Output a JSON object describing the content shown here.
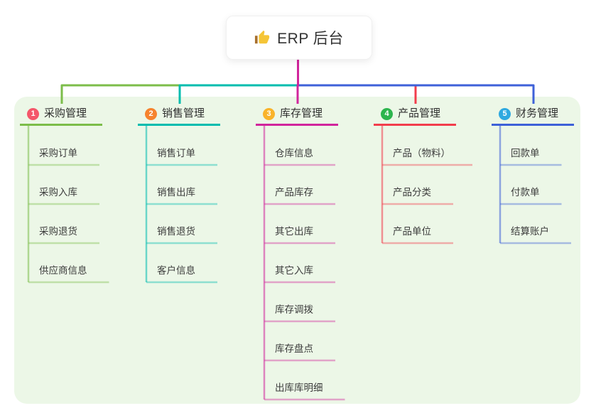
{
  "root": {
    "title": "ERP 后台",
    "icon": "thumbs-up"
  },
  "branches": [
    {
      "index": "1",
      "label": "采购管理",
      "badge_color": "#f4566a",
      "line_color": "#7cbd4a",
      "children": [
        "采购订单",
        "采购入库",
        "采购退货",
        "供应商信息"
      ]
    },
    {
      "index": "2",
      "label": "销售管理",
      "badge_color": "#f6832e",
      "line_color": "#00bcae",
      "children": [
        "销售订单",
        "销售出库",
        "销售退货",
        "客户信息"
      ]
    },
    {
      "index": "3",
      "label": "库存管理",
      "badge_color": "#f9b32a",
      "line_color": "#d1259c",
      "children": [
        "仓库信息",
        "产品库存",
        "其它出库",
        "其它入库",
        "库存调拨",
        "库存盘点",
        "出库库明细"
      ]
    },
    {
      "index": "4",
      "label": "产品管理",
      "badge_color": "#2db54e",
      "line_color": "#f23d4c",
      "children": [
        "产品（物料）",
        "产品分类",
        "产品单位"
      ]
    },
    {
      "index": "5",
      "label": "财务管理",
      "badge_color": "#2fa9e0",
      "line_color": "#3e61d8",
      "children": [
        "回款单",
        "付款单",
        "结算账户"
      ]
    }
  ],
  "colors": {
    "canvas_bg": "#ffffff",
    "panel_bg": "#ecf7e7",
    "root_text": "#333333",
    "thumb_yellow": "#f5c537",
    "thumb_sleeve": "#a8702d"
  }
}
